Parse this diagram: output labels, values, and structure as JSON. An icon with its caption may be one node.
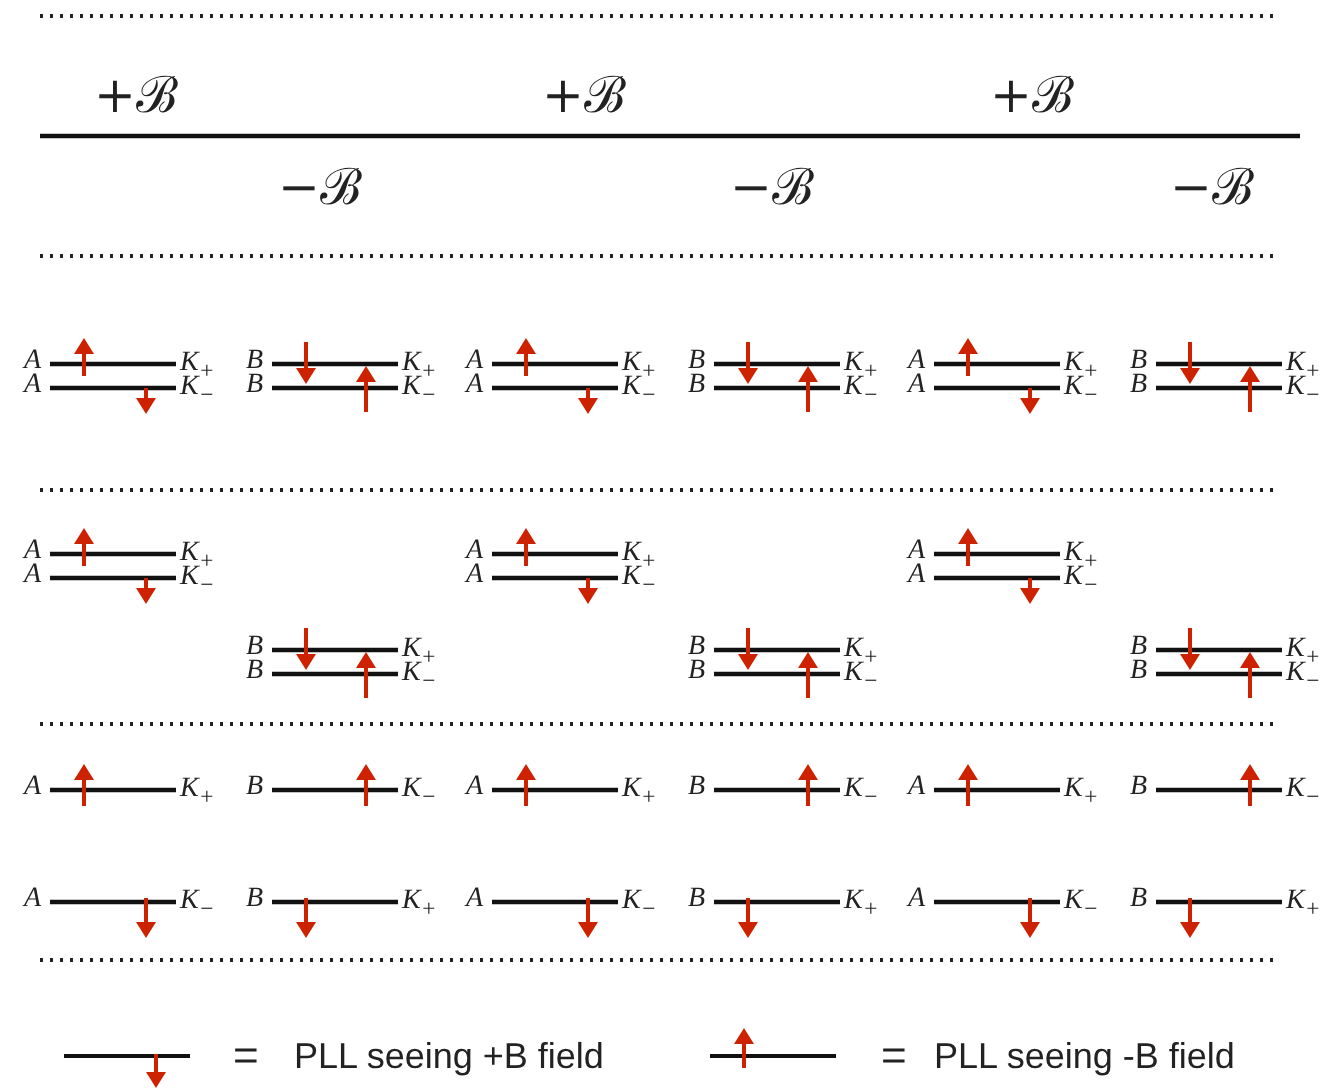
{
  "diagram": {
    "labels": [
      "+ℬ",
      "+ℬ",
      "+ℬ",
      "−ℬ",
      "−ℬ",
      "−ℬ",
      "A",
      "K$_{+}$",
      "B",
      "K$_{+}$",
      "A",
      "K$_{+}$",
      "B",
      "K$_{+}$",
      "A",
      "K$_{+}$",
      "B",
      "K$_{+}$",
      "A",
      "K$_{−}$",
      "B",
      "K$_{−}$",
      "A",
      "K$_{−}$",
      "B",
      "K$_{−}$",
      "A",
      "K$_{−}$",
      "B",
      "K$_{−}$",
      "A",
      "K$_{+}$",
      "A",
      "K$_{+}$",
      "A",
      "K$_{+}$",
      "A",
      "K$_{−}$",
      "A",
      "K$_{−}$",
      "A",
      "K$_{−}$",
      "B",
      "K$_{+}$",
      "B",
      "K$_{+}$",
      "B",
      "K$_{+}$",
      "B",
      "K$_{−}$",
      "B",
      "K$_{−}$",
      "B",
      "K$_{−}$",
      "A",
      "K$_{+}$",
      "B",
      "K$_{−}$",
      "A",
      "K$_{+}$",
      "B",
      "K$_{−}$",
      "A",
      "K$_{+}$",
      "B",
      "K$_{−}$",
      "A",
      "K$_{−}$",
      "B",
      "K$_{+}$",
      "A",
      "K$_{−}$",
      "B",
      "K$_{+}$",
      "A",
      "K$_{−}$",
      "B",
      "K$_{+}$",
      "=",
      "="
    ],
    "legend": [
      {
        "text": "PLL seeing +B field"
      },
      {
        "text": "PLL seeing -B field"
      }
    ]
  }
}
